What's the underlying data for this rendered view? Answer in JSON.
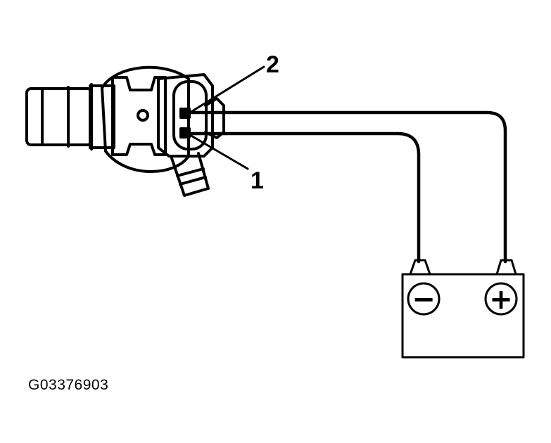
{
  "callouts": {
    "one": "1",
    "two": "2"
  },
  "battery": {
    "negative_symbol": "−",
    "positive_symbol": "+"
  },
  "figure_id": "G03376903"
}
